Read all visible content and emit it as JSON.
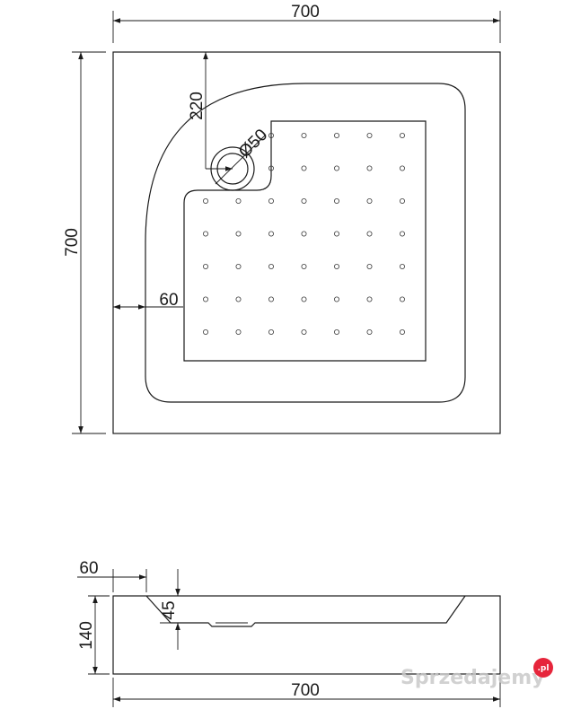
{
  "top_view": {
    "width_label": "700",
    "height_label": "700",
    "drain_offset_label": "220",
    "drain_diameter_label": "Ø50",
    "rim_width_label": "60",
    "dot_grid": {
      "columns": 7,
      "rows": 7
    }
  },
  "side_view": {
    "rim_label": "60",
    "depth_label": "45",
    "height_label": "140",
    "width_label": "700"
  },
  "watermark": {
    "brand": "Sprzedajemy",
    "badge": ".pl",
    "badge_color": "#e2001a"
  }
}
